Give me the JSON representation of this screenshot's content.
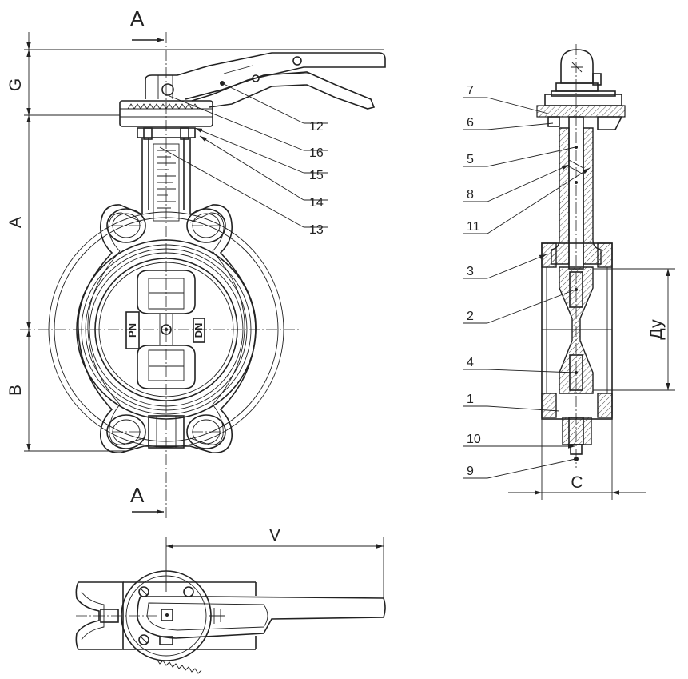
{
  "section_labels": {
    "top": "A",
    "bottom": "A"
  },
  "dimensions": {
    "g": "G",
    "a": "A",
    "b": "B",
    "v": "V",
    "c": "C",
    "dn": "Ду"
  },
  "body_marks": {
    "pressure": "PN",
    "size": "DN"
  },
  "callouts_front": [
    "12",
    "16",
    "15",
    "14",
    "13"
  ],
  "callouts_side": [
    "7",
    "6",
    "5",
    "8",
    "11",
    "3",
    "2",
    "4",
    "1",
    "10",
    "9"
  ]
}
